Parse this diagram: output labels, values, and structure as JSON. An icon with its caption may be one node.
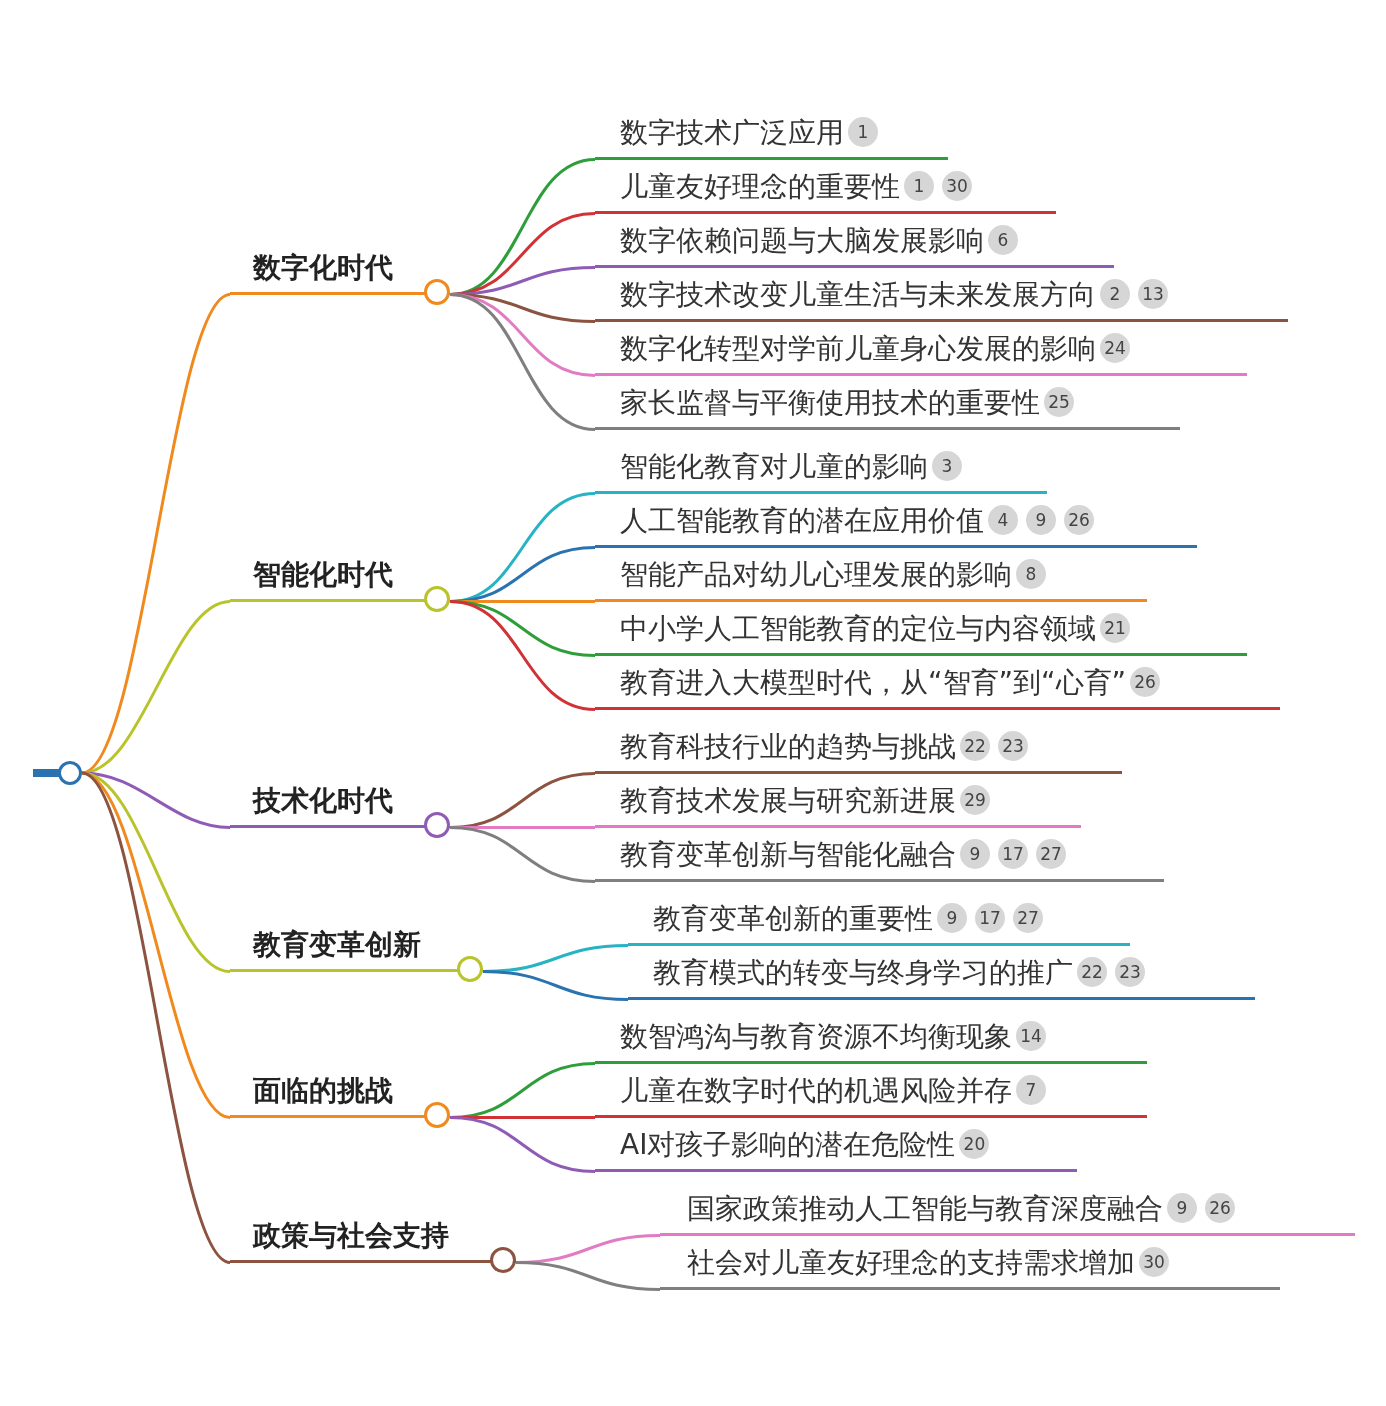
{
  "diagram": {
    "nodes": [
      {
        "text": [],
        "shape": "circle"
      },
      {
        "text": [
          "数字化时代"
        ]
      },
      {
        "text": [
          "数字技术广泛应用",
          "1"
        ]
      },
      {
        "text": [
          "儿童友好理念的重要性",
          "1",
          "30"
        ]
      },
      {
        "text": [
          "数字依赖问题与大脑发展影响",
          "6"
        ]
      },
      {
        "text": [
          "数字技术改变儿童生活与未来发展方向",
          "2",
          "13"
        ]
      },
      {
        "text": [
          "数字化转型对学前儿童身心发展的影响",
          "24"
        ]
      },
      {
        "text": [
          "家长监督与平衡使用技术的重要性",
          "25"
        ]
      },
      {
        "text": [
          "智能化时代"
        ]
      },
      {
        "text": [
          "智能化教育对儿童的影响",
          "3"
        ]
      },
      {
        "text": [
          "人工智能教育的潜在应用价值",
          "4",
          "9",
          "26"
        ]
      },
      {
        "text": [
          "智能产品对幼儿心理发展的影响",
          "8"
        ]
      },
      {
        "text": [
          "中小学人工智能教育的定位与内容领域",
          "21"
        ]
      },
      {
        "text": [
          "教育进入大模型时代，从“智育”到“心育”",
          "26"
        ]
      },
      {
        "text": [
          "技术化时代"
        ]
      },
      {
        "text": [
          "教育科技行业的趋势与挑战",
          "22",
          "23"
        ]
      },
      {
        "text": [
          "教育技术发展与研究新进展",
          "29"
        ]
      },
      {
        "text": [
          "教育变革创新与智能化融合",
          "9",
          "17",
          "27"
        ]
      },
      {
        "text": [
          "教育变革创新"
        ]
      },
      {
        "text": [
          "教育变革创新的重要性",
          "9",
          "17",
          "27"
        ]
      },
      {
        "text": [
          "教育模式的转变与终身学习的推广",
          "22",
          "23"
        ]
      },
      {
        "text": [
          "面临的挑战"
        ]
      },
      {
        "text": [
          "数智鸿沟与教育资源不均衡现象",
          "14"
        ]
      },
      {
        "text": [
          "儿童在数字时代的机遇风险并存",
          "7"
        ]
      },
      {
        "text": [
          "AI对孩子影响的潜在危险性",
          "20"
        ]
      },
      {
        "text": [
          "政策与社会支持"
        ]
      },
      {
        "text": [
          "国家政策推动人工智能与教育深度融合",
          "9",
          "26"
        ]
      },
      {
        "text": [
          "社会对儿童友好理念的支持需求增加",
          "30"
        ]
      }
    ],
    "edges": [
      {
        "from": 0,
        "to": 1,
        "arrow": "none",
        "color": "#f08a1e"
      },
      {
        "from": 1,
        "to": 2,
        "arrow": "none",
        "color": "#2e9d3a"
      },
      {
        "from": 1,
        "to": 3,
        "arrow": "none",
        "color": "#d03236"
      },
      {
        "from": 1,
        "to": 4,
        "arrow": "none",
        "color": "#8e5bb5"
      },
      {
        "from": 1,
        "to": 5,
        "arrow": "none",
        "color": "#8b5340"
      },
      {
        "from": 1,
        "to": 6,
        "arrow": "none",
        "color": "#e27bc3"
      },
      {
        "from": 1,
        "to": 7,
        "arrow": "none",
        "color": "#7f7f7f"
      },
      {
        "from": 0,
        "to": 8,
        "arrow": "none",
        "color": "#b8c42a"
      },
      {
        "from": 8,
        "to": 9,
        "arrow": "none",
        "color": "#27b3c4"
      },
      {
        "from": 8,
        "to": 10,
        "arrow": "none",
        "color": "#2a73b0"
      },
      {
        "from": 8,
        "to": 11,
        "arrow": "none",
        "color": "#f08a1e"
      },
      {
        "from": 8,
        "to": 12,
        "arrow": "none",
        "color": "#2e9d3a"
      },
      {
        "from": 8,
        "to": 13,
        "arrow": "none",
        "color": "#d03236"
      },
      {
        "from": 0,
        "to": 14,
        "arrow": "none",
        "color": "#8e5bb5"
      },
      {
        "from": 14,
        "to": 15,
        "arrow": "none",
        "color": "#8b5340"
      },
      {
        "from": 14,
        "to": 16,
        "arrow": "none",
        "color": "#e27bc3"
      },
      {
        "from": 14,
        "to": 17,
        "arrow": "none",
        "color": "#7f7f7f"
      },
      {
        "from": 0,
        "to": 18,
        "arrow": "none",
        "color": "#b8c42a"
      },
      {
        "from": 18,
        "to": 19,
        "arrow": "none",
        "color": "#27b3c4"
      },
      {
        "from": 18,
        "to": 20,
        "arrow": "none",
        "color": "#2a73b0"
      },
      {
        "from": 0,
        "to": 21,
        "arrow": "none",
        "color": "#f08a1e"
      },
      {
        "from": 21,
        "to": 22,
        "arrow": "none",
        "color": "#2e9d3a"
      },
      {
        "from": 21,
        "to": 23,
        "arrow": "none",
        "color": "#d03236"
      },
      {
        "from": 21,
        "to": 24,
        "arrow": "none",
        "color": "#8e5bb5"
      },
      {
        "from": 0,
        "to": 25,
        "arrow": "none",
        "color": "#8b5340"
      },
      {
        "from": 25,
        "to": 26,
        "arrow": "none",
        "color": "#e27bc3"
      },
      {
        "from": 25,
        "to": 27,
        "arrow": "none",
        "color": "#7f7f7f"
      }
    ]
  }
}
